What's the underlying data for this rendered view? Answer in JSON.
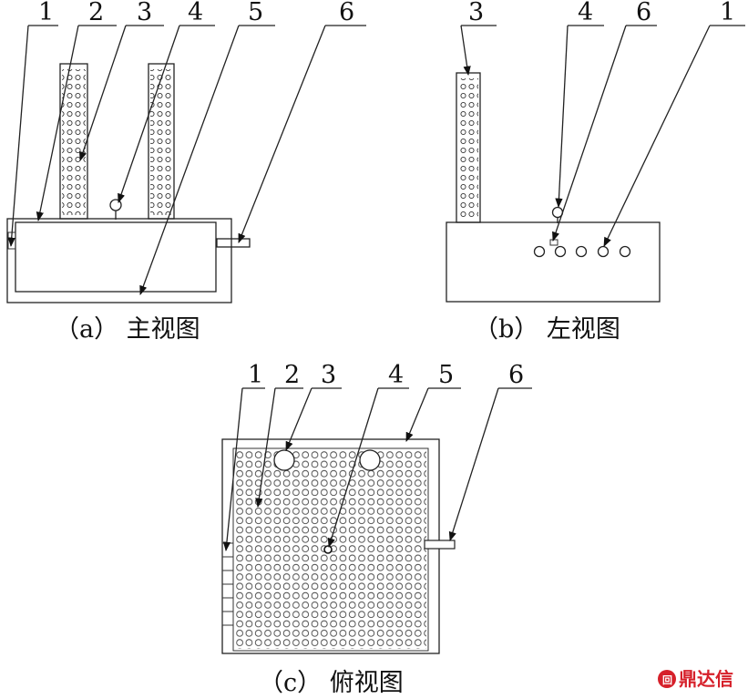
{
  "views": {
    "front": {
      "caption": "（a） 主视图",
      "labels": [
        "1",
        "2",
        "3",
        "4",
        "5",
        "6"
      ]
    },
    "left": {
      "caption": "（b） 左视图",
      "labels": [
        "3",
        "4",
        "6",
        "1"
      ]
    },
    "top": {
      "caption": "（c） 俯视图",
      "labels": [
        "1",
        "2",
        "3",
        "4",
        "5",
        "6"
      ]
    }
  },
  "watermark": {
    "text": "鼎达信",
    "color": "#d6202a",
    "icon": "seal-logo-icon"
  }
}
